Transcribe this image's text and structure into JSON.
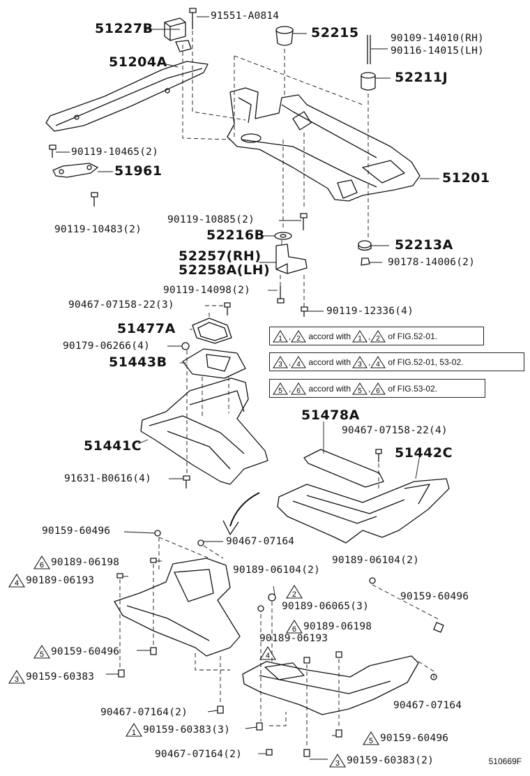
{
  "figure_id": "510669F",
  "parts": {
    "p91551": "91551-A0814",
    "p51227B": "51227B",
    "p52215": "52215",
    "p90109": "90109-14010(RH)",
    "p90116": "90116-14015(LH)",
    "p51204A": "51204A",
    "p52211J": "52211J",
    "p90119_10465": "90119-10465(2)",
    "p51961": "51961",
    "p51201": "51201",
    "p90119_10483": "90119-10483(2)",
    "p90119_10885": "90119-10885(2)",
    "p52216B": "52216B",
    "p52213A": "52213A",
    "p52257": "52257(RH)",
    "p52258A": "52258A(LH)",
    "p90178": "90178-14006(2)",
    "p90119_14098": "90119-14098(2)",
    "p90467_22_3": "90467-07158-22(3)",
    "p90119_12336": "90119-12336(4)",
    "p51477A": "51477A",
    "p90179": "90179-06266(4)",
    "p51443B": "51443B",
    "p51478A": "51478A",
    "p90467_22_4": "90467-07158-22(4)",
    "p51441C": "51441C",
    "p51442C": "51442C",
    "p91631": "91631-B0616(4)",
    "p90159_a": "90159-60496",
    "p90467_a": "90467-07164",
    "p90189_06198_a": "90189-06198",
    "p90189_06104_a": "90189-06104(2)",
    "p90189_06104_b": "90189-06104(2)",
    "p90189_06193_a": "90189-06193",
    "p90189_06065": "90189-06065(3)",
    "p90159_b": "90159-60496",
    "p90189_06198_b": "90189-06198",
    "p90189_06193_b": "90189-06193",
    "p90159_c": "90159-60496",
    "p90159_60383_a": "90159-60383",
    "p90467_b": "90467-07164",
    "p90467_c": "90467-07164(2)",
    "p90159_60383_b": "90159-60383(3)",
    "p90159_d": "90159-60496",
    "p90467_d": "90467-07164(2)",
    "p90159_60383_c": "90159-60383(2)"
  },
  "markers": {
    "m6a": "6",
    "m4a": "4",
    "m2": "2",
    "m6b": "6",
    "m4b": "4",
    "m5a": "5",
    "m3a": "3",
    "m1": "1",
    "m5b": "5",
    "m3b": "3"
  },
  "notes": [
    {
      "a": "1",
      "b": "2",
      "text": "accord with",
      "c": "1",
      "d": "2",
      "ref": "of FIG.52-01."
    },
    {
      "a": "3",
      "b": "4",
      "text": "accord with",
      "c": "3",
      "d": "4",
      "ref": "of FIG.52-01, 53-02."
    },
    {
      "a": "5",
      "b": "6",
      "text": "accord with",
      "c": "5",
      "d": "6",
      "ref": "of FIG.53-02."
    }
  ]
}
